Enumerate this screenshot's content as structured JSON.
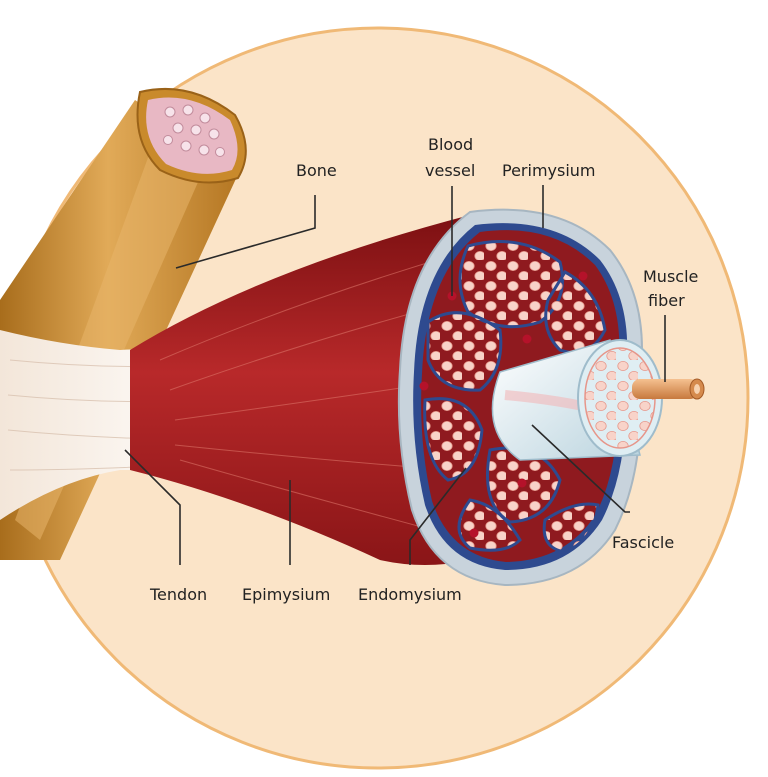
{
  "labels": {
    "bone": "Bone",
    "blood_vessel_line1": "Blood",
    "blood_vessel_line2": "vessel",
    "perimysium": "Perimysium",
    "muscle_fiber_line1": "Muscle",
    "muscle_fiber_line2": "fiber",
    "fascicle": "Fascicle",
    "tendon": "Tendon",
    "epimysium": "Epimysium",
    "endomysium": "Endomysium"
  },
  "colors": {
    "background_circle": "#fbe4c8",
    "circle_outline": "#f0b976",
    "bone": "#c98a2c",
    "bone_highlight": "#e4b061",
    "bone_marrow": "#e8b8c4",
    "muscle": "#a21c1e",
    "muscle_dark": "#7e1214",
    "tendon": "#f6efe8",
    "epimysium_sheath": "#c8d3dc",
    "perimysium_line": "#2e4a8f",
    "fascicle_fill": "#f2a695",
    "fiber_cell": "#f8d6cc",
    "endomysium": "#8f1a1f",
    "vessel_dot": "#b5122a",
    "fascicle_sheath": "#dfeef3",
    "muscle_fiber_rod": "#e9a36a"
  }
}
